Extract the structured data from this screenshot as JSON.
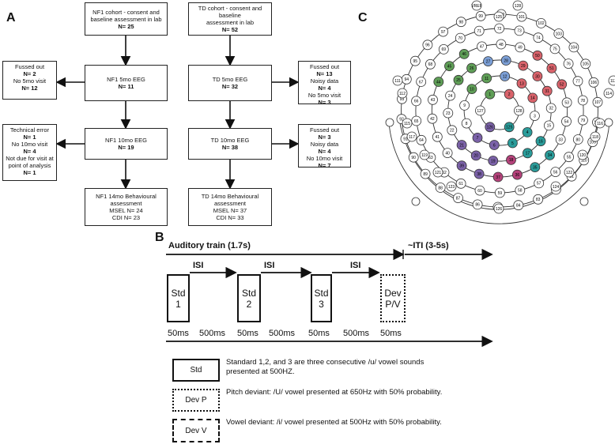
{
  "panels": {
    "a": "A",
    "b": "B",
    "c": "C"
  },
  "flow": {
    "nf1_cohort": {
      "line1": "NF1 cohort - consent and",
      "line2": "baseline assessment in lab",
      "n": "N= 25"
    },
    "td_cohort": {
      "line1": "TD cohort - consent and baseline",
      "line2": "assessment in lab",
      "n": "N= 52"
    },
    "nf1_5mo": {
      "label": "NF1 5mo EEG",
      "n": "N= 11"
    },
    "td_5mo": {
      "label": "TD 5mo EEG",
      "n": "N= 32"
    },
    "nf1_10mo": {
      "label": "NF1 10mo EEG",
      "n": "N= 19"
    },
    "td_10mo": {
      "label": "TD 10mo EEG",
      "n": "N= 38"
    },
    "nf1_14mo": {
      "line1": "NF1 14mo Behavioural",
      "line2": "assessment",
      "msel": "MSEL N= 24",
      "cdi": "CDI N= 23"
    },
    "td_14mo": {
      "line1": "TD 14mo Behavioural",
      "line2": "assessment",
      "msel": "MSEL N= 37",
      "cdi": "CDI N= 33"
    },
    "nf1_5mo_excl": {
      "l1": "Fussed out",
      "n1": "N= 2",
      "l2": "No 5mo visit",
      "n2": "N= 12"
    },
    "nf1_10mo_excl": {
      "l1": "Technical error",
      "n1": "N= 1",
      "l2": "No 10mo visit",
      "n2": "N= 4",
      "l3": "Not due for visit at",
      "l4": "point of analysis",
      "n3": "N= 1"
    },
    "td_5mo_excl": {
      "l1": "Fussed out",
      "n1": "N= 13",
      "l2": "Noisy data",
      "n2": "N= 4",
      "l3": "No 5mo visit",
      "n3": "N= 3"
    },
    "td_10mo_excl": {
      "l1": "Fussed out",
      "n1": "N= 3",
      "l2": "Noisy data",
      "n2": "N= 4",
      "l3": "No 10mo visit",
      "n3": "N= 7"
    }
  },
  "paradigm": {
    "train_label": "Auditory train (1.7s)",
    "iti_label": "~ITI (3-5s)",
    "isi": "ISI",
    "std1": {
      "l1": "Std",
      "l2": "1"
    },
    "std2": {
      "l1": "Std",
      "l2": "2"
    },
    "std3": {
      "l1": "Std",
      "l2": "3"
    },
    "dev": {
      "l1": "Dev",
      "l2": "P/V"
    },
    "t_50": "50ms",
    "t_500": "500ms"
  },
  "legend": {
    "std_box": "Std",
    "std_text": "Standard 1,2, and 3 are three consecutive /u/ vowel sounds presented at 500HZ.",
    "devp_box": "Dev P",
    "devp_text": "Pitch deviant: /U/ vowel presented at 650Hz with 50% probability.",
    "devv_box": "Dev V",
    "devv_text": "Vowel deviant: /i/ vowel presented at 500Hz with 50% probability."
  },
  "cap": {
    "colors": {
      "blue": "#7b9fd6",
      "red": "#d9636b",
      "green": "#5f9e57",
      "purple": "#7b62a8",
      "pink": "#b4427a",
      "teal": "#2a9c9a"
    },
    "labels": [
      "128",
      "125",
      "126",
      "127",
      "1",
      "2",
      "3",
      "4",
      "5",
      "6",
      "7",
      "8",
      "9",
      "10",
      "11",
      "12",
      "13",
      "14",
      "15",
      "16",
      "17",
      "18",
      "19",
      "20",
      "21",
      "22",
      "23",
      "24",
      "25",
      "26",
      "27",
      "28",
      "29",
      "30",
      "31",
      "32",
      "33",
      "34",
      "35",
      "36",
      "37",
      "38",
      "39",
      "40",
      "41",
      "42",
      "43",
      "44",
      "45",
      "46",
      "47",
      "48",
      "49",
      "50",
      "51",
      "52",
      "53",
      "54",
      "55",
      "56",
      "57",
      "58",
      "59",
      "60",
      "61",
      "62",
      "63",
      "64",
      "65",
      "66",
      "67",
      "68",
      "69",
      "70",
      "71",
      "72",
      "73",
      "74",
      "75",
      "76",
      "77",
      "78",
      "79",
      "80",
      "81",
      "82",
      "83",
      "84",
      "85",
      "86",
      "87",
      "88",
      "89",
      "90",
      "91",
      "92",
      "93",
      "94",
      "95",
      "96",
      "97",
      "98",
      "99",
      "100",
      "101",
      "102",
      "103",
      "104",
      "105",
      "106",
      "107",
      "108",
      "109",
      "110",
      "111",
      "112",
      "113",
      "114",
      "115",
      "116",
      "117",
      "118",
      "119",
      "120",
      "121",
      "122",
      "123",
      "124",
      "VREF"
    ]
  }
}
